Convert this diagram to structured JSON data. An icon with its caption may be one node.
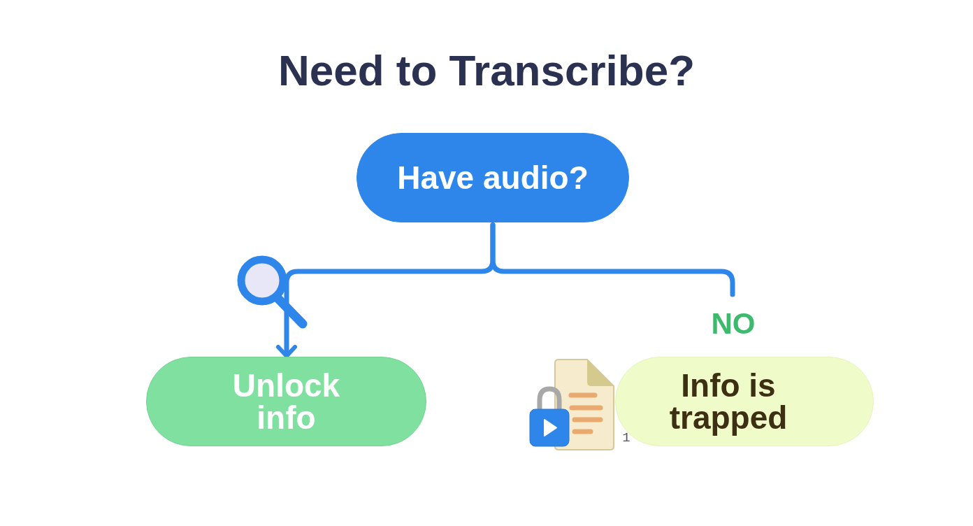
{
  "diagram": {
    "title": "Need to Transcribe?",
    "nodes": [
      {
        "text": [
          "Have audio?"
        ]
      },
      {
        "text": [
          "Unlock info"
        ]
      },
      {
        "text": [
          "Info is trapped"
        ]
      }
    ],
    "edges": [
      {
        "from": 0,
        "to": 1,
        "arrow": "to"
      },
      {
        "from": 0,
        "to": null,
        "arrow": "none"
      }
    ],
    "labels": [
      "NO",
      "1"
    ]
  }
}
